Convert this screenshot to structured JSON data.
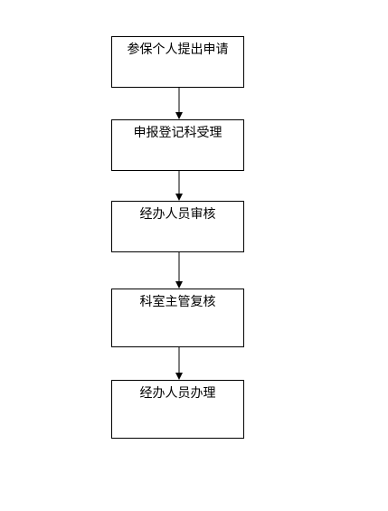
{
  "flowchart": {
    "steps": [
      {
        "label": "参保个人提出申请"
      },
      {
        "label": "申报登记科受理"
      },
      {
        "label": "经办人员审核"
      },
      {
        "label": "科室主管复核"
      },
      {
        "label": "经办人员办理"
      }
    ],
    "line_color": "#000000"
  }
}
